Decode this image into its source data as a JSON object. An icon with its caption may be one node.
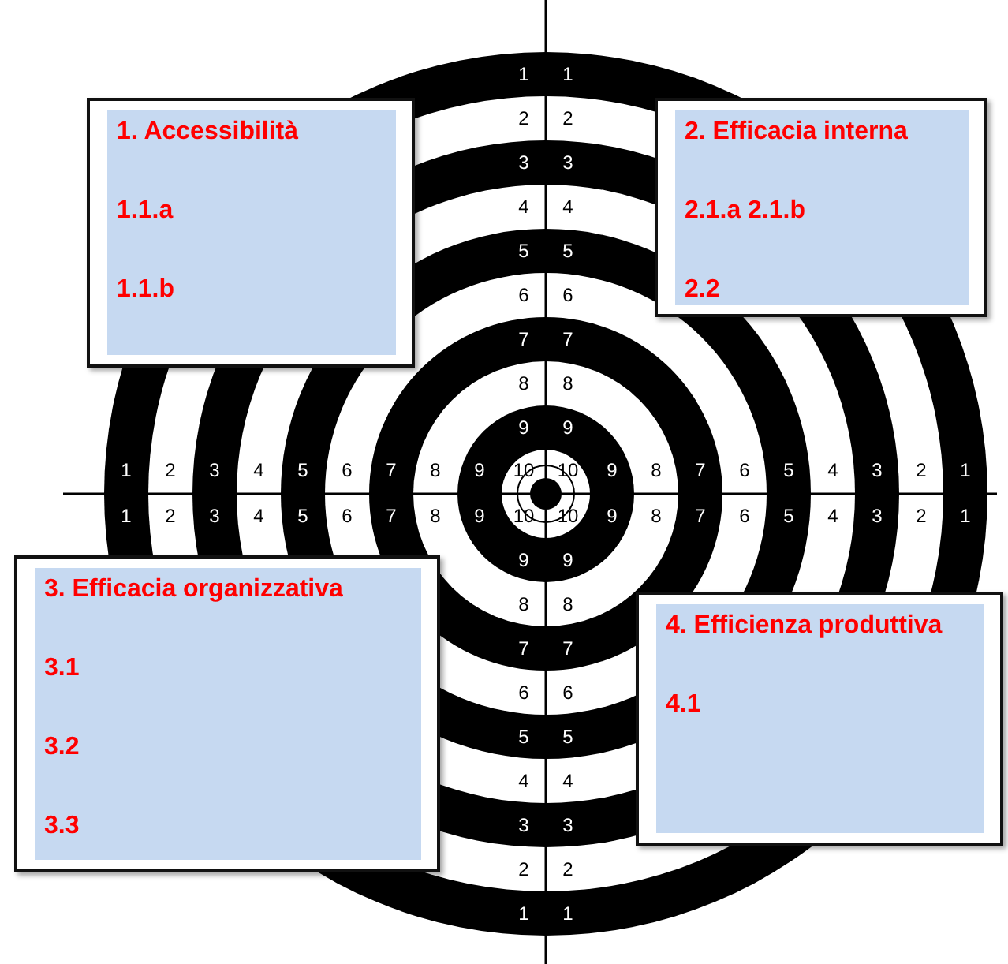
{
  "diagram": {
    "nodes": [
      {
        "text": [
          "1. Accessibilità",
          "1.1.a",
          "1.1.b"
        ]
      },
      {
        "text": [
          "2. Efficacia interna",
          "2.1.a 2.1.b",
          "2.2"
        ]
      },
      {
        "text": [
          "3. Efficacia organizzativa",
          "3.1",
          "3.2",
          "3.3"
        ]
      },
      {
        "text": [
          "4. Efficienza produttiva",
          "4.1"
        ]
      }
    ],
    "labels": [
      "1",
      "1",
      "2",
      "2",
      "3",
      "3",
      "4",
      "4",
      "5",
      "5",
      "6",
      "6",
      "7",
      "7",
      "8",
      "8",
      "9",
      "9",
      "1",
      "2",
      "3",
      "4",
      "5",
      "6",
      "7",
      "8",
      "9",
      "10",
      "10",
      "9",
      "8",
      "7",
      "6",
      "5",
      "4",
      "3",
      "2",
      "1",
      "1",
      "2",
      "3",
      "4",
      "5",
      "6",
      "7",
      "8",
      "9",
      "10",
      "10",
      "9",
      "8",
      "7",
      "6",
      "5",
      "4",
      "3",
      "2",
      "1",
      "9",
      "9",
      "8",
      "8",
      "7",
      "7",
      "6",
      "6",
      "5",
      "5",
      "4",
      "4",
      "3",
      "3",
      "2",
      "2",
      "1",
      "1"
    ]
  }
}
